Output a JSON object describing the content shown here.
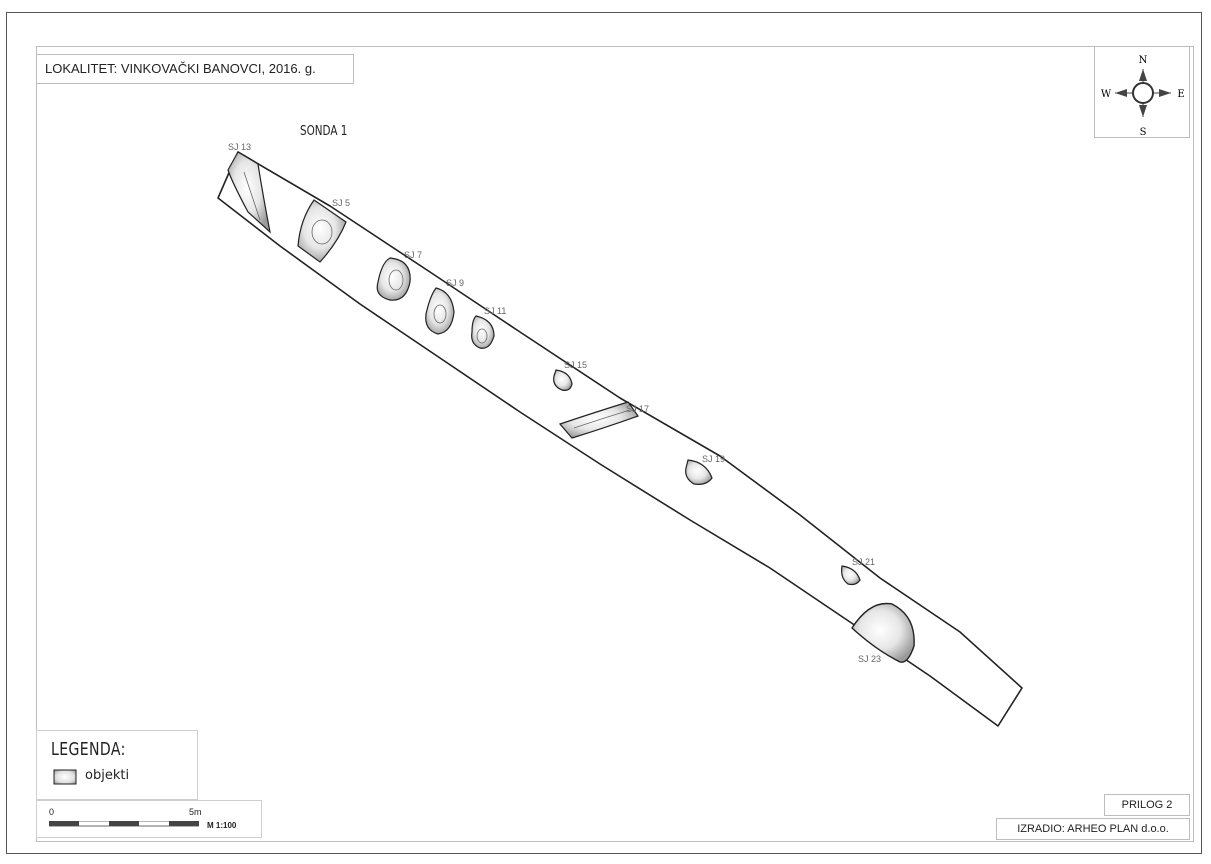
{
  "title": "LOKALITET: VINKOVAČKI BANOVCI, 2016. g.",
  "trench_label": "SONDA 1",
  "compass": {
    "north": "N",
    "south": "S",
    "east": "E",
    "west": "W"
  },
  "features": [
    {
      "id": "SJ 13",
      "label": "SJ 13"
    },
    {
      "id": "SJ 5",
      "label": "SJ 5"
    },
    {
      "id": "SJ 7",
      "label": "SJ 7"
    },
    {
      "id": "SJ 9",
      "label": "SJ 9"
    },
    {
      "id": "SJ 11",
      "label": "SJ 11"
    },
    {
      "id": "SJ 15",
      "label": "SJ 15"
    },
    {
      "id": "SJ 17",
      "label": "SJ 17"
    },
    {
      "id": "SJ 19",
      "label": "SJ 19"
    },
    {
      "id": "SJ 21",
      "label": "SJ 21"
    },
    {
      "id": "SJ 23",
      "label": "SJ 23"
    }
  ],
  "legend": {
    "title": "LEGENDA:",
    "items": [
      {
        "label": "objekti"
      }
    ]
  },
  "scale": {
    "start": "0",
    "end": "5m",
    "ratio": "M 1:100"
  },
  "prilog": "PRILOG 2",
  "author": "IZRADIO: ARHEO PLAN d.o.o."
}
